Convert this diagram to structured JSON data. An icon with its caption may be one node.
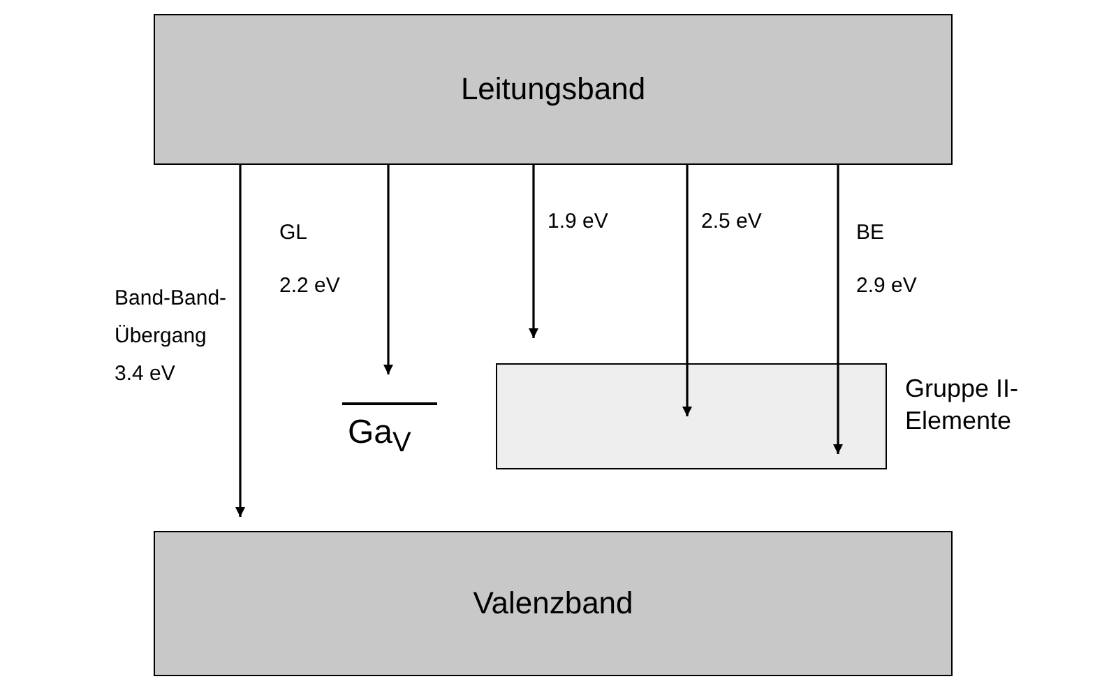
{
  "diagram": {
    "nodes": [
      {
        "text": [
          "Leitungsband"
        ]
      },
      {
        "text": [
          "Valenzband"
        ]
      },
      {
        "text": [
          "Ga$_{V}$"
        ]
      },
      {
        "text": [
          "Gruppe II-Elemente"
        ]
      }
    ],
    "edges": [
      {
        "from": 0,
        "to": 1,
        "arrow": "to",
        "label": "Band-Band-Übergang 3.4 eV"
      },
      {
        "from": 0,
        "to": 2,
        "arrow": "to",
        "label": "GL 2.2 eV"
      },
      {
        "from": 0,
        "to": 3,
        "arrow": "to",
        "label": "1.9 eV"
      },
      {
        "from": 0,
        "to": 3,
        "arrow": "to",
        "label": "2.5 eV"
      },
      {
        "from": 0,
        "to": 3,
        "arrow": "to",
        "label": "BE 2.9 eV"
      }
    ]
  }
}
